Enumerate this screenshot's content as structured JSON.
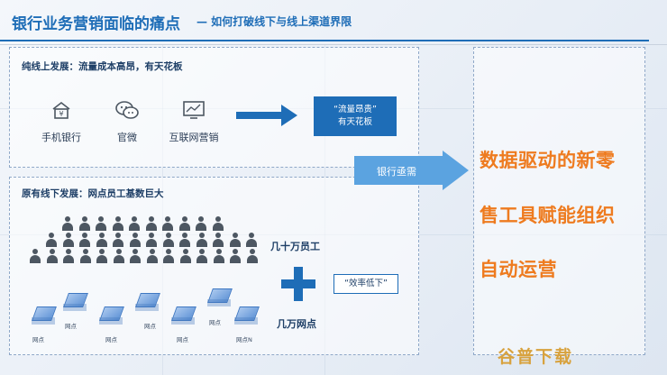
{
  "header": {
    "title": "银行业务营销面临的痛点",
    "subtitle": "— 如何打破线下与线上渠道界限"
  },
  "online_panel": {
    "title": "纯线上发展：流量成本高昂，有天花板",
    "channels": [
      {
        "label": "手机银行",
        "icon": "bank-icon"
      },
      {
        "label": "官微",
        "icon": "wechat-icon"
      },
      {
        "label": "互联网营销",
        "icon": "monitor-chart-icon"
      }
    ],
    "result_box": {
      "line1": "“流量昂贵”",
      "line2": "有天花板"
    }
  },
  "offline_panel": {
    "title": "原有线下发展：网点员工基数巨大",
    "staff_label": "几十万员工",
    "branch_label": "几万网点",
    "efficiency_box": "“效率低下”",
    "branch_caption": "网点",
    "branch_caption_n": "网点N"
  },
  "bridge_label": "银行亟需",
  "right_panel": {
    "lines": [
      "数据驱动的新零",
      "售工具赋能组织",
      "自动运营"
    ]
  },
  "watermark": "谷普下载",
  "colors": {
    "accent": "#1e6db7",
    "highlight": "#ee7b1f"
  }
}
